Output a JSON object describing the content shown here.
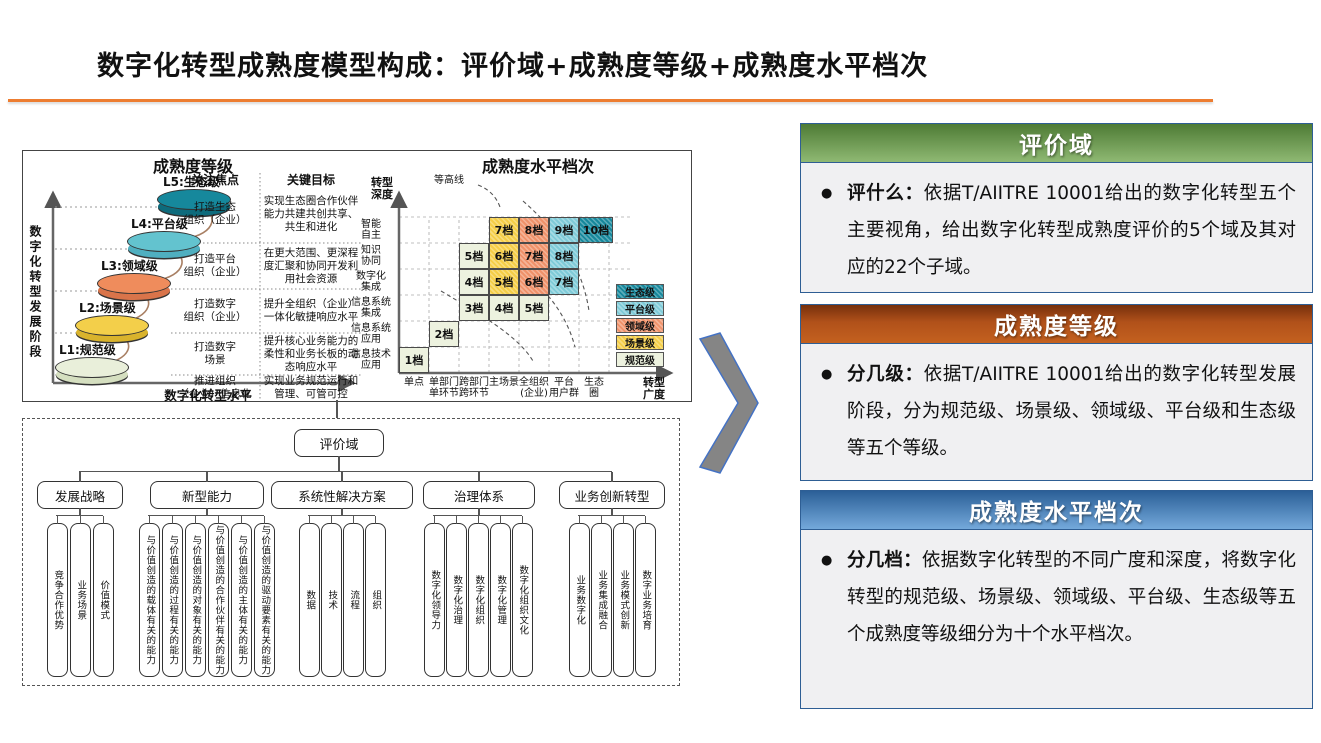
{
  "title": "数字化转型成熟度模型构成：评价域+成熟度等级+成熟度水平档次",
  "accent_colors": {
    "title_rule": "#ED7D31",
    "chevron": "#858585",
    "info_border": "#2E5E94",
    "header_green": [
      "#4E7B35",
      "#8FB973"
    ],
    "header_orange": [
      "#76300C",
      "#C4611F"
    ],
    "header_blue": [
      "#2B5F97",
      "#74A9DB"
    ]
  },
  "tier_palette": {
    "ecosystem": "#16889C",
    "platform": "#7FCBD8",
    "domain": "#F0926A",
    "scene": "#F5CE47",
    "regulated": "#EDF2DF"
  },
  "stage": {
    "title": "成熟度等级",
    "y_axis": "数字化转型发展阶段",
    "x_axis": "数字化转型水平",
    "col_focus": "关注焦点",
    "col_goal": "关键目标",
    "levels": [
      {
        "label": "L5:生态级",
        "color": "#16889C"
      },
      {
        "label": "L4:平台级",
        "color": "#63C3CF"
      },
      {
        "label": "L3:领域级",
        "color": "#EF8C5C"
      },
      {
        "label": "L2:场景级",
        "color": "#F3CF4A"
      },
      {
        "label": "L1:规范级",
        "color": "#E9EFDA"
      }
    ],
    "rows": [
      {
        "focus": "打造生态\n组织（企业）",
        "goal": "实现生态圈合作伙伴能力共建共创共享、共生和进化"
      },
      {
        "focus": "打造平台\n组织（企业）",
        "goal": "在更大范围、更深程度汇聚和协同开发利用社会资源"
      },
      {
        "focus": "打造数字\n组织（企业）",
        "goal": "提升全组织（企业）一体化敏捷响应水平"
      },
      {
        "focus": "打造数字\n场景",
        "goal": "提升核心业务能力的柔性和业务长板的动态响应水平"
      },
      {
        "focus": "推进组织\n（企业）信息化",
        "goal": "实现业务规范运行和管理、可管可控"
      }
    ]
  },
  "grade": {
    "title": "成熟度水平档次",
    "contour": "等高线",
    "y_axis": "转型\n深度",
    "x_axis": "转型\n广度",
    "depth_labels": [
      "智能\n自主",
      "知识\n协同",
      "数字化\n集成",
      "信息系统\n集成",
      "信息系统\n应用",
      "信息技术\n应用"
    ],
    "breadth_labels": [
      "单点",
      "单部门\n单环节",
      "跨部门\n跨环节",
      "主场景",
      "全组织\n(企业)",
      "平台\n用户群",
      "生态\n圈"
    ],
    "cells": [
      {
        "label": "1档",
        "tier": "regulated",
        "col": 0,
        "row": 0
      },
      {
        "label": "2档",
        "tier": "regulated",
        "col": 1,
        "row": 1
      },
      {
        "label": "3档",
        "tier": "regulated",
        "col": 2,
        "row": 2
      },
      {
        "label": "4档",
        "tier": "regulated",
        "col": 3,
        "row": 2
      },
      {
        "label": "5档",
        "tier": "regulated",
        "col": 4,
        "row": 2
      },
      {
        "label": "4档",
        "tier": "regulated",
        "col": 2,
        "row": 3
      },
      {
        "label": "5档",
        "tier": "scene",
        "col": 3,
        "row": 3
      },
      {
        "label": "6档",
        "tier": "domain",
        "col": 4,
        "row": 3
      },
      {
        "label": "7档",
        "tier": "platform",
        "col": 5,
        "row": 3
      },
      {
        "label": "5档",
        "tier": "regulated",
        "col": 2,
        "row": 4
      },
      {
        "label": "6档",
        "tier": "scene",
        "col": 3,
        "row": 4
      },
      {
        "label": "7档",
        "tier": "domain",
        "col": 4,
        "row": 4
      },
      {
        "label": "8档",
        "tier": "platform",
        "col": 5,
        "row": 4
      },
      {
        "label": "7档",
        "tier": "scene",
        "col": 3,
        "row": 5
      },
      {
        "label": "8档",
        "tier": "domain",
        "col": 4,
        "row": 5
      },
      {
        "label": "9档",
        "tier": "platform",
        "col": 5,
        "row": 5
      },
      {
        "label": "10档",
        "tier": "ecosystem",
        "col": 6,
        "row": 5
      }
    ],
    "legend": [
      {
        "label": "生态级",
        "tier": "ecosystem"
      },
      {
        "label": "平台级",
        "tier": "platform"
      },
      {
        "label": "领域级",
        "tier": "domain"
      },
      {
        "label": "场景级",
        "tier": "scene"
      },
      {
        "label": "规范级",
        "tier": "regulated"
      }
    ]
  },
  "tree": {
    "root": "评价域",
    "branches": [
      {
        "label": "发展战略",
        "children": [
          "竞争合作优势",
          "业务场景",
          "价值模式"
        ]
      },
      {
        "label": "新型能力",
        "children": [
          "与价值创造的载体有关的能力",
          "与价值创造的过程有关的能力",
          "与价值创造的对象有关的能力",
          "与价值创造的合作伙伴有关的能力",
          "与价值创造的主体有关的能力",
          "与价值创造的驱动要素有关的能力"
        ]
      },
      {
        "label": "系统性解决方案",
        "children": [
          "数据",
          "技术",
          "流程",
          "组织"
        ]
      },
      {
        "label": "治理体系",
        "children": [
          "数字化领导力",
          "数字化治理",
          "数字化组织",
          "数字化管理",
          "数字化组织文化"
        ]
      },
      {
        "label": "业务创新转型",
        "children": [
          "业务数字化",
          "业务集成融合",
          "业务模式创新",
          "数字业务培育"
        ]
      }
    ]
  },
  "info_boxes": [
    {
      "title": "评价域",
      "lead": "评什么：",
      "text": "依据T/AIITRE 10001给出的数字化转型五个主要视角，给出数字化转型成熟度评价的5个域及其对应的22个子域。"
    },
    {
      "title": "成熟度等级",
      "lead": "分几级：",
      "text": "依据T/AIITRE 10001给出的数字化转型发展阶段，分为规范级、场景级、领域级、平台级和生态级等五个等级。"
    },
    {
      "title": "成熟度水平档次",
      "lead": "分几档：",
      "text": "依据数字化转型的不同广度和深度，将数字化转型的规范级、场景级、领域级、平台级、生态级等五个成熟度等级细分为十个水平档次。"
    }
  ]
}
